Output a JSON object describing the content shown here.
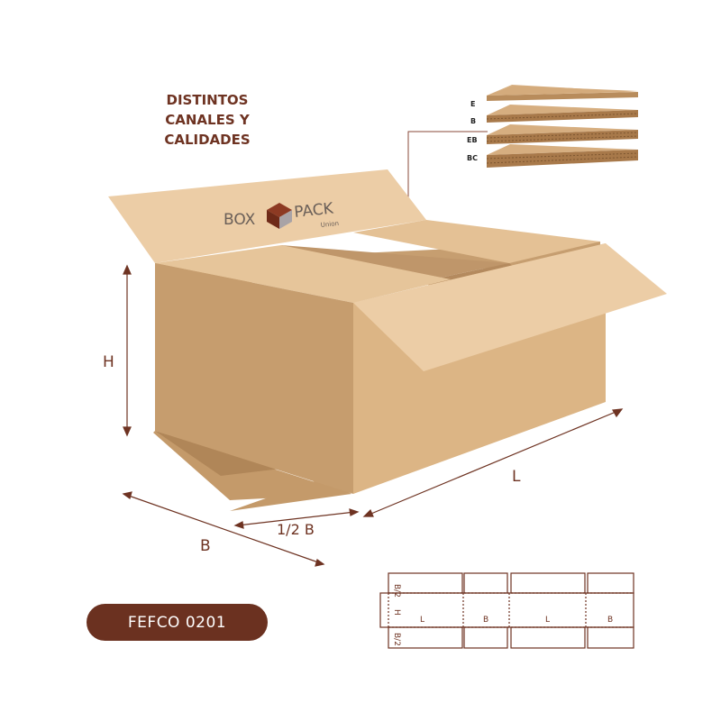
{
  "heading": {
    "lines": [
      "DISTINTOS",
      "CANALES Y",
      "CALIDADES"
    ]
  },
  "flute_labels": [
    "E",
    "B",
    "EB",
    "BC"
  ],
  "logo": {
    "text_left": "BOX",
    "text_right": "PACK",
    "subtext": "Union"
  },
  "dimensions": {
    "height": "H",
    "length": "L",
    "width": "B",
    "half_width": "1/2 B"
  },
  "dieline": {
    "body_labels": [
      "H",
      "L",
      "B",
      "L",
      "B"
    ],
    "flap_label": "B/2"
  },
  "badge": {
    "text": "FEFCO 0201"
  },
  "colors": {
    "brand_brown": "#6b3120",
    "cardboard_light": "#eccda6",
    "cardboard_mid": "#dcb585",
    "cardboard_dark": "#c9a175"
  }
}
